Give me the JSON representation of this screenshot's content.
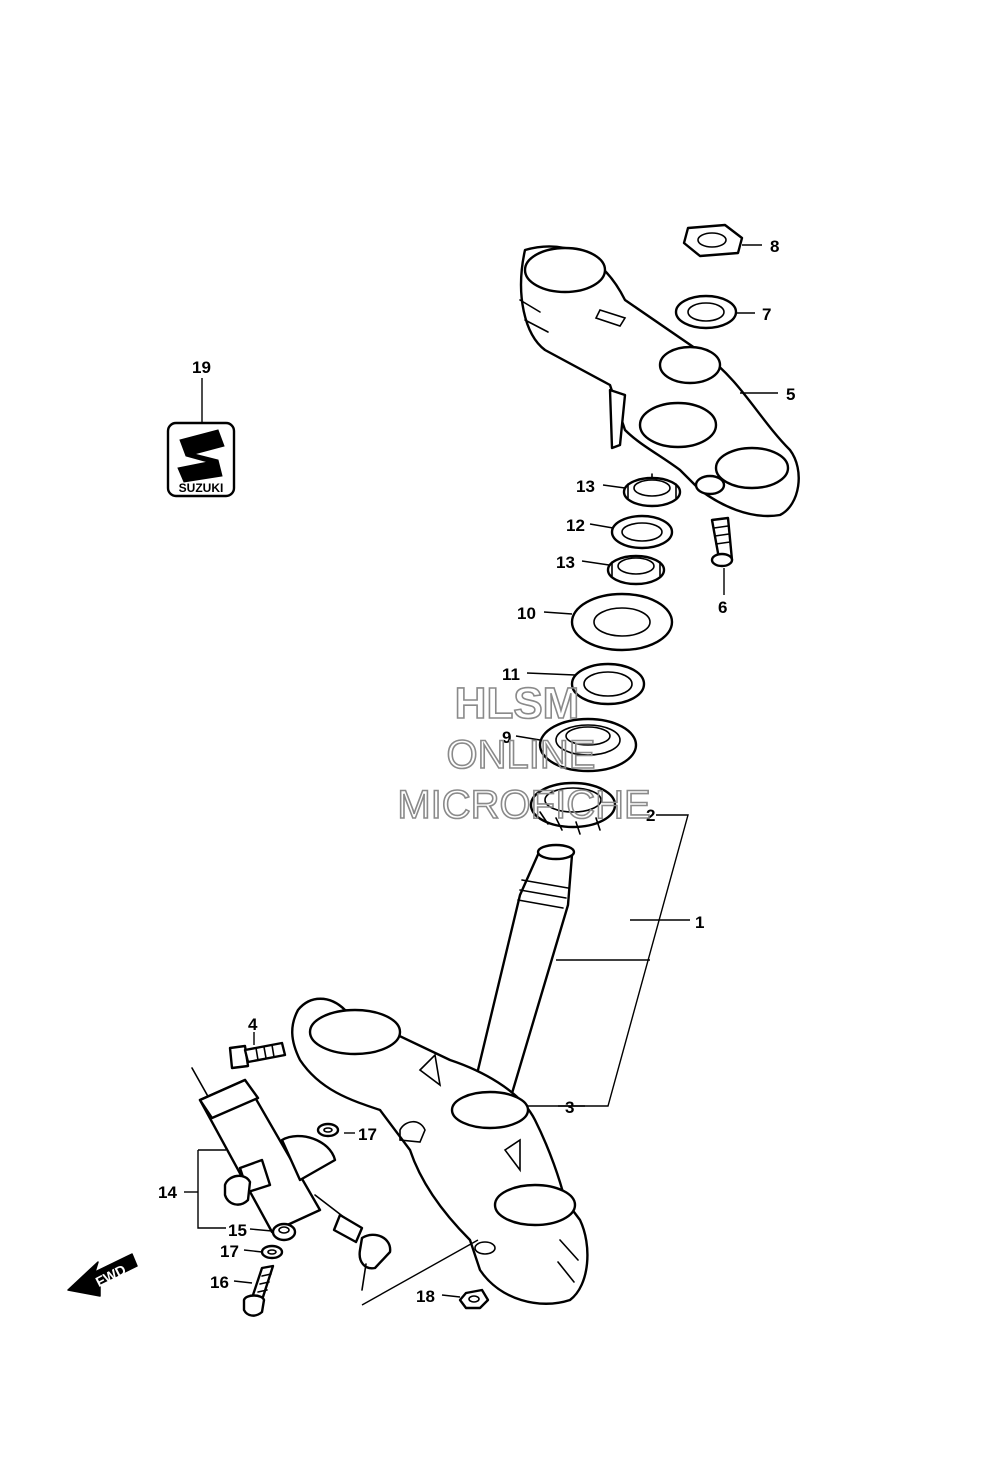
{
  "callouts": [
    {
      "id": "1",
      "label": "1"
    },
    {
      "id": "2",
      "label": "2"
    },
    {
      "id": "3",
      "label": "3"
    },
    {
      "id": "4",
      "label": "4"
    },
    {
      "id": "5",
      "label": "5"
    },
    {
      "id": "6",
      "label": "6"
    },
    {
      "id": "7",
      "label": "7"
    },
    {
      "id": "8",
      "label": "8"
    },
    {
      "id": "9",
      "label": "9"
    },
    {
      "id": "10",
      "label": "10"
    },
    {
      "id": "11",
      "label": "11"
    },
    {
      "id": "12",
      "label": "12"
    },
    {
      "id": "13a",
      "label": "13"
    },
    {
      "id": "13b",
      "label": "13"
    },
    {
      "id": "14",
      "label": "14"
    },
    {
      "id": "15",
      "label": "15"
    },
    {
      "id": "16",
      "label": "16"
    },
    {
      "id": "17a",
      "label": "17"
    },
    {
      "id": "17b",
      "label": "17"
    },
    {
      "id": "18",
      "label": "18"
    },
    {
      "id": "19",
      "label": "19"
    }
  ],
  "emblem": {
    "text": "SUZUKI"
  },
  "direction_arrow": {
    "text": "FWD"
  },
  "watermark": {
    "line1": "HLSM",
    "line2": "ONLINE",
    "line3": "MICROFICHE"
  },
  "colors": {
    "line": "#000000",
    "background": "#ffffff",
    "watermark": "#8a8a8a"
  }
}
